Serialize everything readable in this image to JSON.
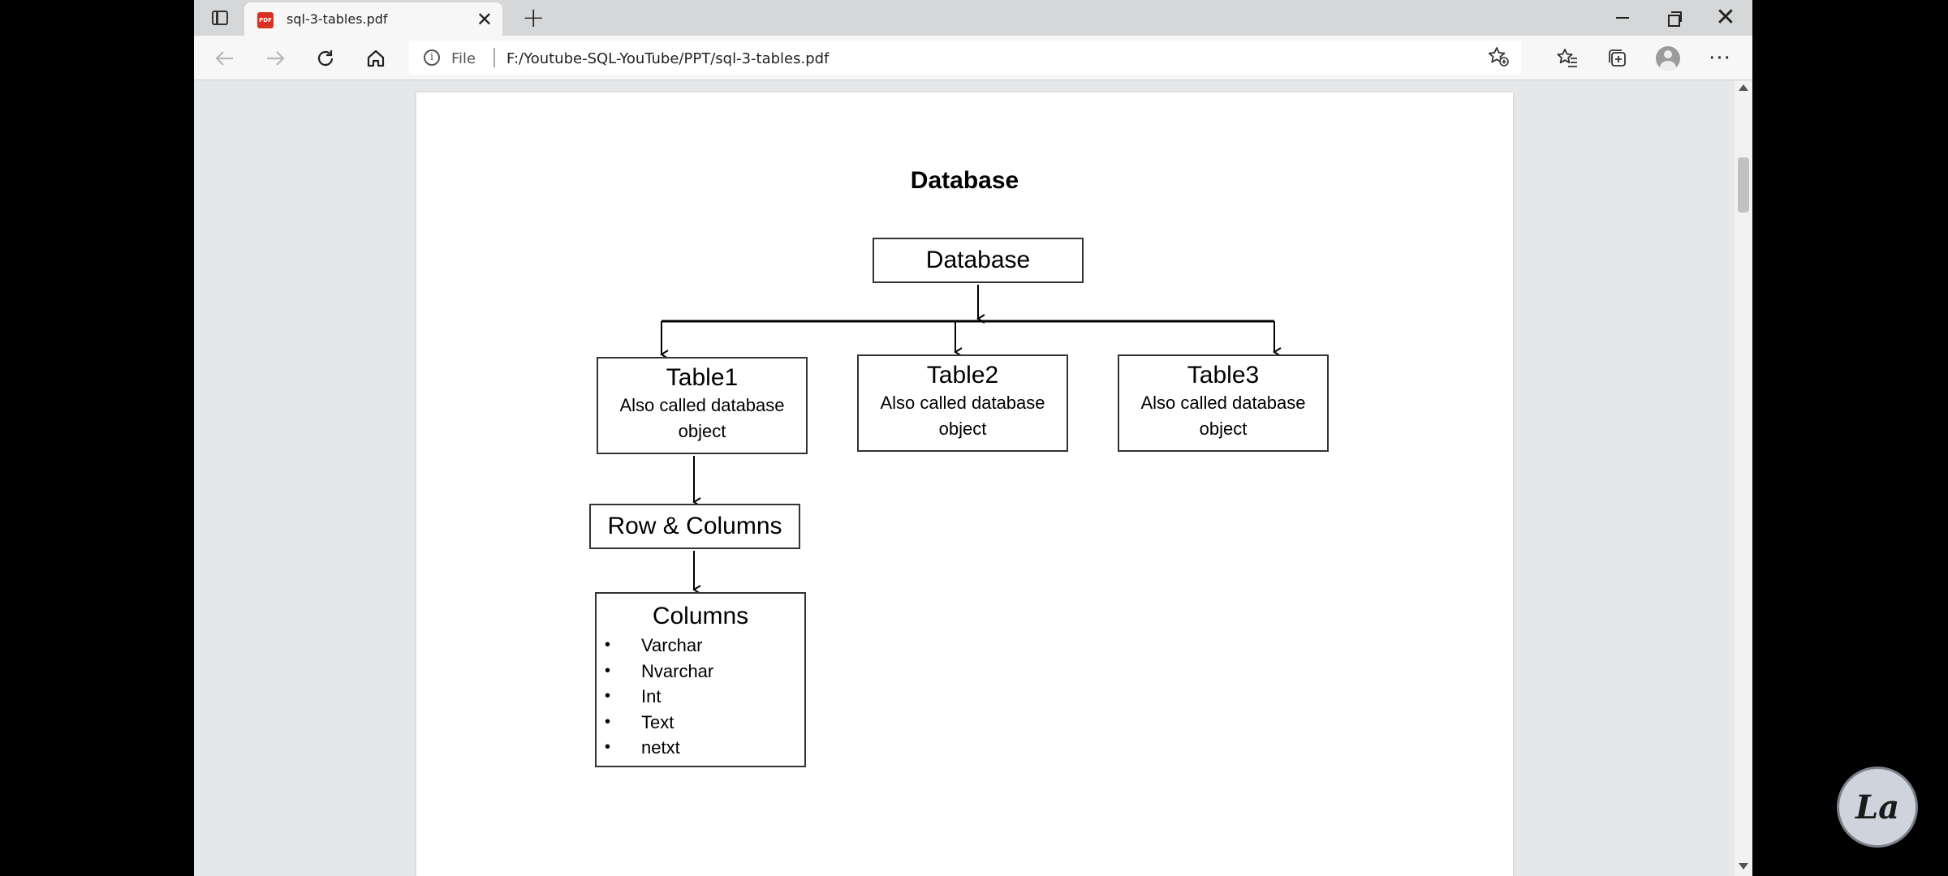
{
  "browser": {
    "tab": {
      "title": "sql-3-tables.pdf",
      "icon": "pdf-icon",
      "close_label": "✕"
    },
    "new_tab_label": "+",
    "window_controls": {
      "close_label": "✕"
    },
    "address": {
      "scheme": "File",
      "url": "F:/Youtube-SQL-YouTube/PPT/sql-3-tables.pdf"
    }
  },
  "document": {
    "title": "Database",
    "diagram": {
      "root": {
        "label": "Database"
      },
      "tables": [
        {
          "name": "Table1",
          "desc_line1": "Also called database",
          "desc_line2": "object"
        },
        {
          "name": "Table2",
          "desc_line1": "Also called database",
          "desc_line2": "object"
        },
        {
          "name": "Table3",
          "desc_line1": "Also called database",
          "desc_line2": "object"
        }
      ],
      "rows_columns": {
        "label": "Row & Columns"
      },
      "columns": {
        "label": "Columns",
        "items": [
          "Varchar",
          "Nvarchar",
          "Int",
          "Text",
          "netxt"
        ]
      }
    }
  },
  "watermark": {
    "text": "La"
  },
  "colors": {
    "chrome": "#d6d7d8",
    "toolbar": "#f7f7f7",
    "viewer_bg": "#e6e7e8",
    "pdf_red": "#d93025"
  }
}
